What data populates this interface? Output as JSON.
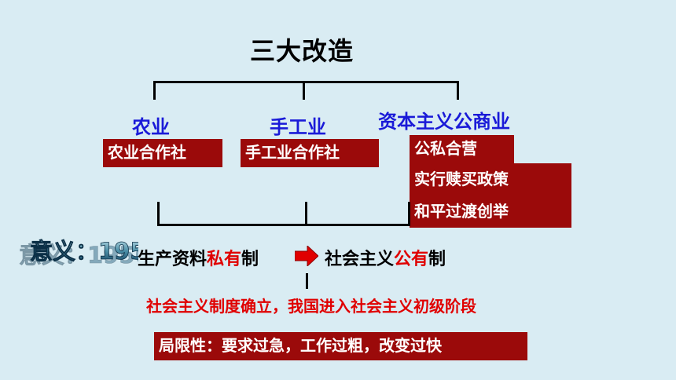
{
  "title": "三大改造",
  "branches": {
    "agriculture": {
      "label": "农业",
      "box": "农业合作社"
    },
    "handicraft": {
      "label": "手工业",
      "box": "手工业合作社"
    },
    "capitalist": {
      "label": "资本主义公商业",
      "boxes": [
        "公私合营",
        "实行赎买政策",
        "和平过渡创举"
      ]
    }
  },
  "significance": {
    "prefix": "意义：1956底",
    "from_a": "生产资料",
    "from_b": "私有",
    "from_c": "制",
    "to_a": "社会主义",
    "to_b": "公有",
    "to_c": "制"
  },
  "conclusion": "社会主义制度确立，我国进入社会主义初级阶段",
  "limitation": "局限性：要求过急，工作过粗，改变过快",
  "colors": {
    "box": "#9b0a0a",
    "branch": "#1a1ad8",
    "emphasis": "#e00000",
    "background": "#d9ecf3"
  }
}
